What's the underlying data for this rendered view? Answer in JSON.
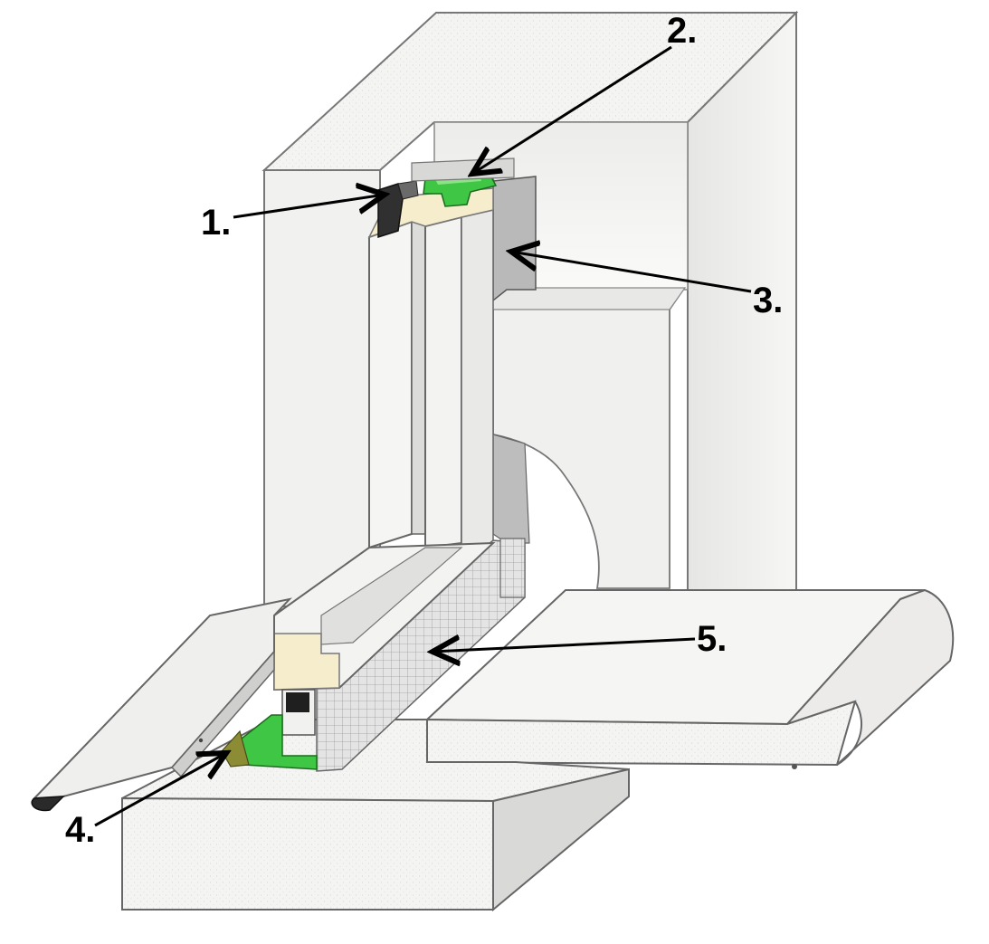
{
  "callouts": [
    {
      "id": "1",
      "text": "1."
    },
    {
      "id": "2",
      "text": "2."
    },
    {
      "id": "3",
      "text": "3."
    },
    {
      "id": "4",
      "text": "4."
    },
    {
      "id": "5",
      "text": "5."
    }
  ],
  "colors": {
    "wall": "#f3f3f1",
    "wall_side": "#dcdcda",
    "wall_edge": "#8a8a8a",
    "frame": "#f4f4f2",
    "frame_shadow": "#d6d6d4",
    "sealant_green": "#36c23a",
    "sealant_light_green": "#7fe07a",
    "foam_cream": "#f6eccb",
    "tape_grey": "#b5b5b5",
    "tape_dark": "#2a2a2a",
    "mesh_grey": "#d2d2d2",
    "olive_tape": "#8a8a3a",
    "arrow": "#000000"
  }
}
